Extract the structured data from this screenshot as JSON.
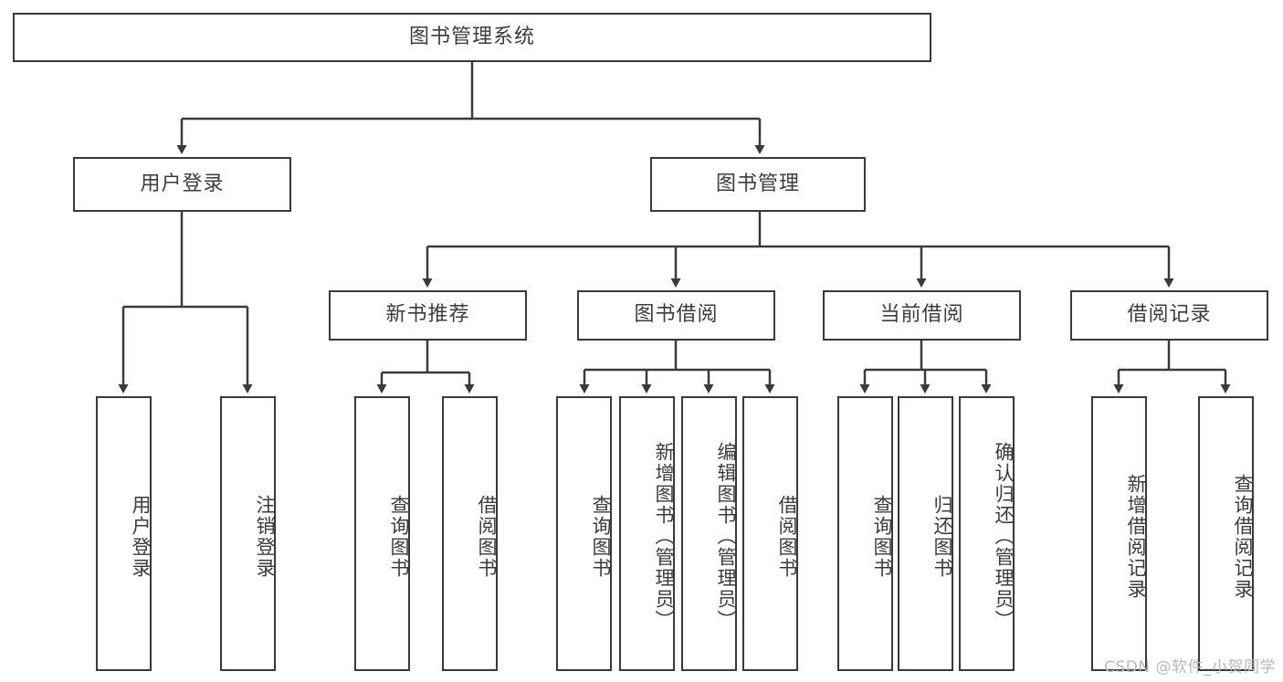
{
  "diagram": {
    "title": "图书管理系统",
    "type": "hierarchy-tree",
    "watermark": "CSDN @软件_小贺同学",
    "colors": {
      "box_border": "#3a3a3a",
      "box_fill": "#ffffff",
      "connector": "#3a3a3a",
      "text": "#3c3c3c",
      "watermark": "#b9b9b9"
    },
    "root": {
      "label": "图书管理系统"
    },
    "level2": [
      {
        "label": "用户登录"
      },
      {
        "label": "图书管理"
      }
    ],
    "level3": [
      {
        "label": "新书推荐"
      },
      {
        "label": "图书借阅"
      },
      {
        "label": "当前借阅"
      },
      {
        "label": "借阅记录"
      }
    ],
    "leaves": {
      "user_login": [
        {
          "label": "用户登录"
        },
        {
          "label": "注销登录"
        }
      ],
      "new_book_recommend": [
        {
          "label": "查询图书"
        },
        {
          "label": "借阅图书"
        }
      ],
      "book_borrow": [
        {
          "label": "查询图书"
        },
        {
          "label": "新增图书（管理员）"
        },
        {
          "label": "编辑图书（管理员）"
        },
        {
          "label": "借阅图书"
        }
      ],
      "current_borrow": [
        {
          "label": "查询图书"
        },
        {
          "label": "归还图书"
        },
        {
          "label": "确认归还（管理员）"
        }
      ],
      "borrow_record": [
        {
          "label": "新增借阅记录"
        },
        {
          "label": "查询借阅记录"
        }
      ]
    }
  }
}
